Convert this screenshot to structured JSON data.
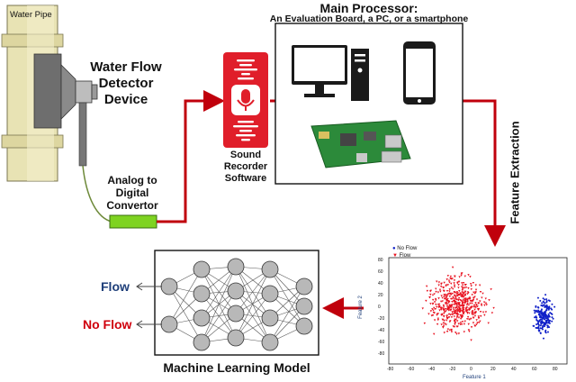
{
  "pipe": {
    "label": "Water Pipe"
  },
  "detector": {
    "line1": "Water Flow",
    "line2": "Detector",
    "line3": "Device"
  },
  "adc": {
    "line1": "Analog to",
    "line2": "Digital",
    "line3": "Convertor"
  },
  "recorder": {
    "line1": "Sound",
    "line2": "Recorder",
    "line3": "Software"
  },
  "processor": {
    "title": "Main Processor:",
    "subtitle": "An Evaluation Board, a PC, or a smartphone"
  },
  "feature": {
    "label": "Feature Extraction"
  },
  "ml": {
    "title": "Machine Learning Model",
    "out_flow": "Flow",
    "out_noflow": "No Flow"
  },
  "colors": {
    "arrow": "#c0000c",
    "flow_text": "#1f3f7a",
    "noflow_text": "#d0000c",
    "adc_green": "#7ed321",
    "noflow_points": "#e8101e",
    "flow_points": "#1020c8",
    "pipe": "#e8e3b4",
    "node": "#b8b8b8"
  },
  "scatter": {
    "legend": [
      "No Flow",
      "Flow"
    ],
    "xlabel": "Feature 1",
    "ylabel": "Feature 2",
    "xticks": [
      "-80",
      "-60",
      "-40",
      "-20",
      "0",
      "20",
      "40",
      "60",
      "80"
    ],
    "yticks": [
      "80",
      "60",
      "40",
      "20",
      "0",
      "-20",
      "-40",
      "-60",
      "-80"
    ]
  }
}
